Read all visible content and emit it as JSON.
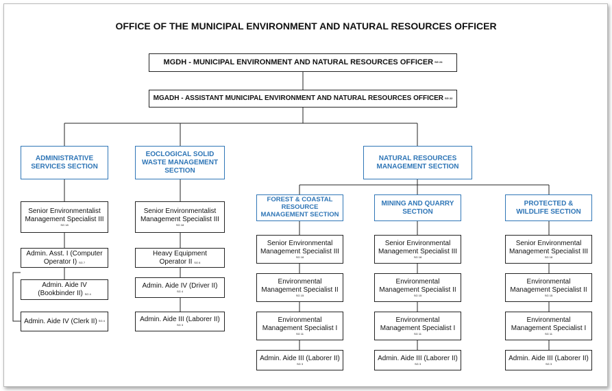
{
  "title": "OFFICE OF THE MUNICIPAL ENVIRONMENT AND NATURAL RESOURCES OFFICER",
  "head": {
    "label": "MGDH - MUNICIPAL ENVIRONMENT AND NATURAL RESOURCES OFFICER",
    "sg": "SG 24"
  },
  "assistant": {
    "label": "MGADH - ASSISTANT MUNICIPAL ENVIRONMENT AND NATURAL RESOURCES OFFICER",
    "sg": "SG 22"
  },
  "admin": {
    "section": "ADMINISTRATIVE SERVICES SECTION",
    "p1": {
      "label": "Senior Environmentalist Management Specialist III",
      "sg": "SG 18"
    },
    "p2": {
      "label": "Admin. Asst. I (Computer Operator I)",
      "sg": "SG 7"
    },
    "p3": {
      "label": "Admin. Aide IV (Bookbinder II)",
      "sg": "SG 4"
    },
    "p4": {
      "label": "Admin. Aide IV (Clerk II)",
      "sg": "SG 4"
    }
  },
  "waste": {
    "section": "EOCLOGICAL SOLID WASTE MANAGEMENT SECTION",
    "p1": {
      "label": "Senior Environmentalist Management Specialist III",
      "sg": "SG 18"
    },
    "p2": {
      "label": "Heavy Equipment Operator II",
      "sg": "SG 6"
    },
    "p3": {
      "label": "Admin. Aide IV (Driver II)",
      "sg": "SG 4"
    },
    "p4": {
      "label": "Admin. Aide III (Laborer II)",
      "sg": "SG 3"
    }
  },
  "nrm": {
    "section": "NATURAL RESOURCES MANAGEMENT SECTION"
  },
  "forest": {
    "section": "FOREST & COASTAL RESOURCE MANAGEMENT SECTION",
    "p1": {
      "label": "Senior Environmental Management Specialist III",
      "sg": "SG 18"
    },
    "p2": {
      "label": "Environmental Management Specialist II",
      "sg": "SG 15"
    },
    "p3": {
      "label": "Environmental Management Specialist I",
      "sg": "SG 11"
    },
    "p4": {
      "label": "Admin. Aide III (Laborer II)",
      "sg": "SG 3"
    }
  },
  "mining": {
    "section": "MINING AND QUARRY SECTION",
    "p1": {
      "label": "Senior Environmental Management Specialist III",
      "sg": "SG 18"
    },
    "p2": {
      "label": "Environmental Management Specialist II",
      "sg": "SG 15"
    },
    "p3": {
      "label": "Environmental Management Specialist I",
      "sg": "SG 11"
    },
    "p4": {
      "label": "Admin. Aide III (Laborer II)",
      "sg": "SG 3"
    }
  },
  "wildlife": {
    "section": "PROTECTED & WILDLIFE SECTION",
    "p1": {
      "label": "Senior Environmental Management Specialist III",
      "sg": "SG 18"
    },
    "p2": {
      "label": "Environmental Management Specialist II",
      "sg": "SG 15"
    },
    "p3": {
      "label": "Environmental Management Specialist I",
      "sg": "SG 11"
    },
    "p4": {
      "label": "Admin. Aide III (Laborer II)",
      "sg": "SG 3"
    }
  }
}
